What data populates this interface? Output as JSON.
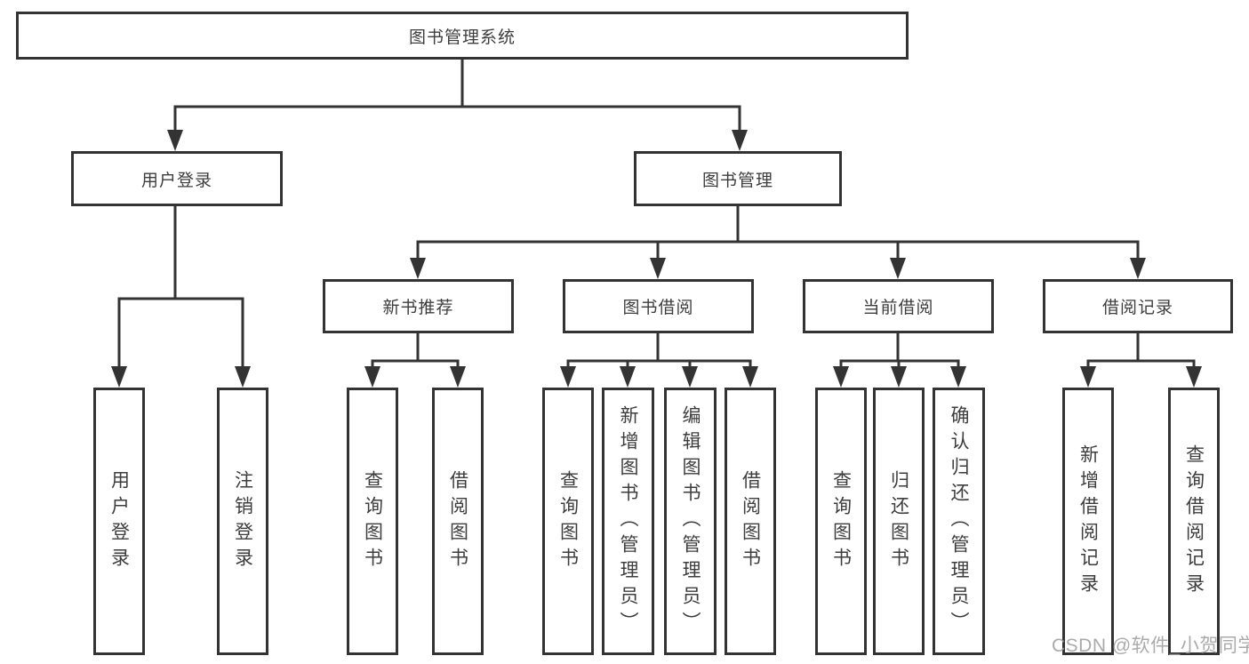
{
  "colors": {
    "line": "#333333",
    "box_border": "#333333",
    "text": "#3d3d3d",
    "background": "#ffffff",
    "watermark": "#9e9e9e"
  },
  "watermark": "CSDN @软件_小贺同学",
  "diagram": {
    "root": {
      "label": "图书管理系统"
    },
    "branches": [
      {
        "label": "用户登录",
        "children": [
          {
            "label": "用户登录"
          },
          {
            "label": "注销登录"
          }
        ]
      },
      {
        "label": "图书管理",
        "children": [
          {
            "label": "新书推荐",
            "children": [
              {
                "label": "查询图书"
              },
              {
                "label": "借阅图书"
              }
            ]
          },
          {
            "label": "图书借阅",
            "children": [
              {
                "label": "查询图书"
              },
              {
                "label": "新增图书（管理员）"
              },
              {
                "label": "编辑图书（管理员）"
              },
              {
                "label": "借阅图书"
              }
            ]
          },
          {
            "label": "当前借阅",
            "children": [
              {
                "label": "查询图书"
              },
              {
                "label": "归还图书"
              },
              {
                "label": "确认归还（管理员）"
              }
            ]
          },
          {
            "label": "借阅记录",
            "children": [
              {
                "label": "新增借阅记录"
              },
              {
                "label": "查询借阅记录"
              }
            ]
          }
        ]
      }
    ]
  }
}
